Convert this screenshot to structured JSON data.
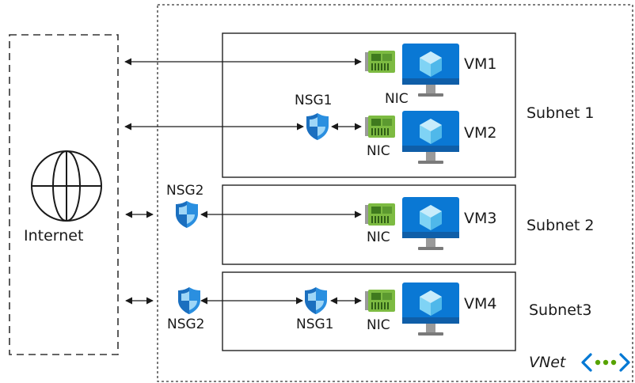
{
  "internet": {
    "label": "Internet",
    "icon": "globe-icon"
  },
  "vnet": {
    "label": "VNet",
    "icon": "vnet-icon",
    "icon_color": "#0078d4",
    "dot_color": "#57a300"
  },
  "subnets": [
    {
      "label": "Subnet 1"
    },
    {
      "label": "Subnet 2"
    },
    {
      "label": "Subnet3"
    }
  ],
  "vms": [
    {
      "label": "VM1",
      "nic_label": "NIC"
    },
    {
      "label": "VM2",
      "nic_label": "NIC"
    },
    {
      "label": "VM3",
      "nic_label": "NIC"
    },
    {
      "label": "VM4",
      "nic_label": "NIC"
    }
  ],
  "nsg_labels": {
    "subnet1_nsg": "NSG1",
    "subnet2_nsg": "NSG2",
    "subnet3_left_nsg": "NSG2",
    "subnet3_mid_nsg": "NSG1"
  },
  "colors": {
    "monitor": "#0a78d4",
    "monitor_dark": "#0f5ea8",
    "stand": "#8c8c8c",
    "cube": "#7fd3f5",
    "nic_green": "#7dbb42",
    "nic_dark": "#3f7a1e",
    "shield": "#2a8fe0",
    "shield_light": "#9ed6f7"
  }
}
